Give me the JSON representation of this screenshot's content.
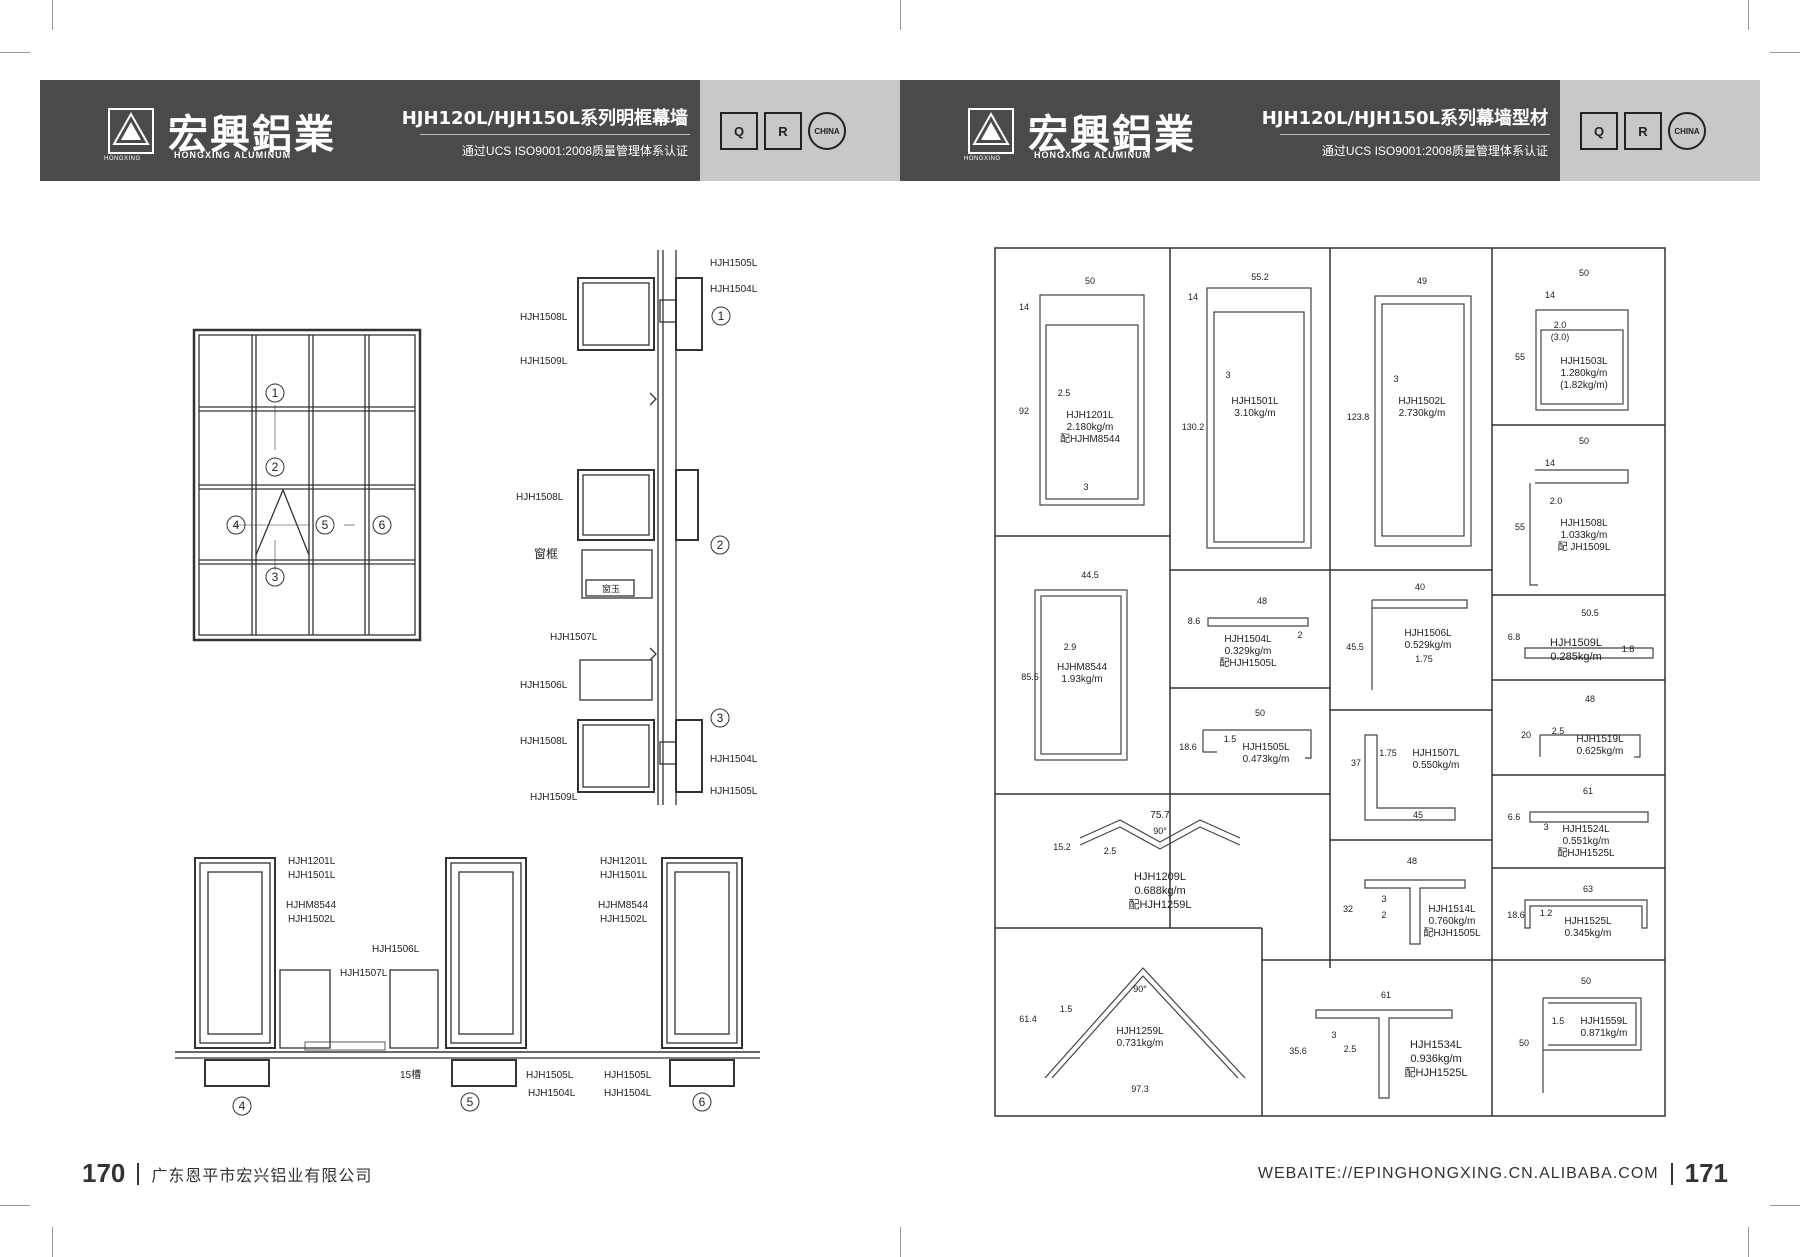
{
  "left_header": {
    "brand_cn": "宏興鋁業",
    "brand_en": "HONGXING ALUMINUM",
    "emblem_text": "HONGXING",
    "title": "HJH120L/HJH150L系列明框幕墙",
    "cert_line": "通过UCS ISO9001:2008质量管理体系认证"
  },
  "right_header": {
    "brand_cn": "宏興鋁業",
    "brand_en": "HONGXING ALUMINUM",
    "emblem_text": "HONGXING",
    "title": "HJH120L/HJH150L系列幕墙型材",
    "cert_line": "通过UCS ISO9001:2008质量管理体系认证"
  },
  "cert_icons": [
    "Q",
    "R",
    "CHINA"
  ],
  "left_footer": {
    "page_number": "170",
    "company": "广东恩平市宏兴铝业有限公司"
  },
  "right_footer": {
    "website": "WEBAITE://EPINGHONGXING.CN.ALIBABA.COM",
    "page_number": "171"
  },
  "elevation": {
    "markers": [
      "1",
      "2",
      "3",
      "4",
      "5",
      "6"
    ]
  },
  "section_labels": {
    "top": [
      "HJH1505L",
      "HJH1504L",
      "HJH1508L",
      "HJH1509L"
    ],
    "mid": [
      "HJH1508L",
      "窗框",
      "窗玉"
    ],
    "low": [
      "HJH1507L",
      "HJH1506L",
      "HJH1508L",
      "HJH1504L",
      "HJH1505L",
      "HJH1509L"
    ]
  },
  "plan_labels": {
    "a": [
      "HJH1201L",
      "HJH1501L",
      "HJHM8544",
      "HJH1502L"
    ],
    "b": [
      "HJH1506L",
      "HJH1507L",
      "15槽",
      "HJH1505L",
      "HJH1504L"
    ],
    "c": [
      "HJH1201L",
      "HJH1501L",
      "HJHM8544",
      "HJH1502L",
      "HJH1505L",
      "HJH1504L"
    ]
  },
  "profiles": [
    {
      "code": "HJH1201L",
      "weight": "2.180kg/m",
      "note": "配HJHM8544",
      "dims": [
        "50",
        "14",
        "2.5",
        "92",
        "3"
      ]
    },
    {
      "code": "HJH1501L",
      "weight": "3.10kg/m",
      "dims": [
        "55.2",
        "14",
        "3",
        "130.2"
      ]
    },
    {
      "code": "HJH1502L",
      "weight": "2.730kg/m",
      "dims": [
        "49",
        "3",
        "123.8"
      ]
    },
    {
      "code": "HJH1503L",
      "weight": "1.280kg/m",
      "note": "(1.82kg/m)",
      "dims": [
        "50",
        "14",
        "2.0",
        "(3.0)",
        "55"
      ]
    },
    {
      "code": "HJH1508L",
      "weight": "1.033kg/m",
      "note": "配 JH1509L",
      "dims": [
        "50",
        "14",
        "2.0",
        "55"
      ]
    },
    {
      "code": "HJHM8544",
      "weight": "1.93kg/m",
      "dims": [
        "44.5",
        "2.9",
        "85.5"
      ]
    },
    {
      "code": "HJH1504L",
      "weight": "0.329kg/m",
      "note": "配HJH1505L",
      "dims": [
        "48",
        "8.6",
        "2"
      ]
    },
    {
      "code": "HJH1506L",
      "weight": "0.529kg/m",
      "dims": [
        "40",
        "45.5",
        "1.75"
      ]
    },
    {
      "code": "HJH1509L",
      "weight": "0.285kg/m",
      "dims": [
        "50.5",
        "6.8",
        "1.8"
      ]
    },
    {
      "code": "HJH1505L",
      "weight": "0.473kg/m",
      "dims": [
        "50",
        "1.5",
        "18.6"
      ]
    },
    {
      "code": "HJH1507L",
      "weight": "0.550kg/m",
      "dims": [
        "1.75",
        "37",
        "45"
      ]
    },
    {
      "code": "HJH1519L",
      "weight": "0.625kg/m",
      "dims": [
        "48",
        "2.5",
        "20"
      ]
    },
    {
      "code": "HJH1524L",
      "weight": "0.551kg/m",
      "note": "配HJH1525L",
      "dims": [
        "61",
        "6.6",
        "3"
      ]
    },
    {
      "code": "HJH1209L",
      "weight": "0.688kg/m",
      "note": "配HJH1259L",
      "dims": [
        "75.7",
        "90°",
        "2.5",
        "15.2"
      ]
    },
    {
      "code": "HJH1514L",
      "weight": "0.760kg/m",
      "note": "配HJH1505L",
      "dims": [
        "48",
        "3",
        "2",
        "32"
      ]
    },
    {
      "code": "HJH1525L",
      "weight": "0.345kg/m",
      "dims": [
        "63",
        "1.2",
        "18.6"
      ]
    },
    {
      "code": "HJH1259L",
      "weight": "0.731kg/m",
      "dims": [
        "90°",
        "1.5",
        "61.4",
        "97.3"
      ]
    },
    {
      "code": "HJH1534L",
      "weight": "0.936kg/m",
      "note": "配HJH1525L",
      "dims": [
        "61",
        "3",
        "2.5",
        "35.6"
      ]
    },
    {
      "code": "HJH1559L",
      "weight": "0.871kg/m",
      "dims": [
        "50",
        "1.5",
        "50"
      ]
    }
  ]
}
